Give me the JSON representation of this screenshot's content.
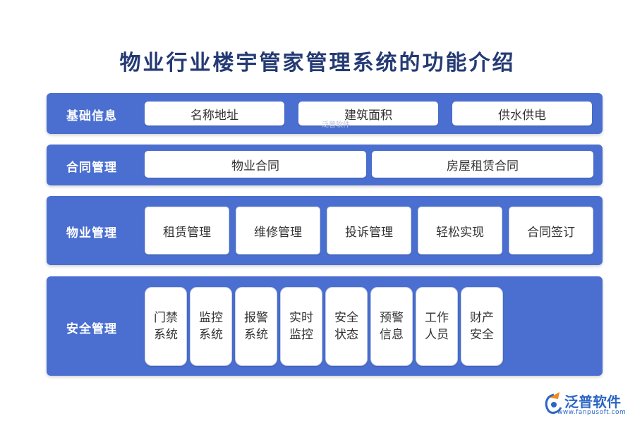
{
  "title": "物业行业楼宇管家管理系统的功能介绍",
  "rows": [
    {
      "label": "基础信息",
      "items": [
        "名称地址",
        "建筑面积",
        "供水供电"
      ]
    },
    {
      "label": "合同管理",
      "items": [
        "物业合同",
        "房屋租赁合同"
      ]
    },
    {
      "label": "物业管理",
      "items": [
        "租赁管理",
        "维修管理",
        "投诉管理",
        "轻松实现",
        "合同签订"
      ]
    },
    {
      "label": "安全管理",
      "items": [
        [
          "门禁",
          "系统"
        ],
        [
          "监控",
          "系统"
        ],
        [
          "报警",
          "系统"
        ],
        [
          "实时",
          "监控"
        ],
        [
          "安全",
          "状态"
        ],
        [
          "预警",
          "信息"
        ],
        [
          "工作",
          "人员"
        ],
        [
          "财产",
          "安全"
        ]
      ]
    }
  ],
  "watermark": "泛普软件",
  "logo": {
    "name": "泛普软件",
    "url": "www.fanpusoft.com",
    "icon": "fanpu-logo-icon"
  },
  "colors": {
    "band": "#4a6fd0",
    "title": "#243a74",
    "logo": "#2b66c4"
  }
}
